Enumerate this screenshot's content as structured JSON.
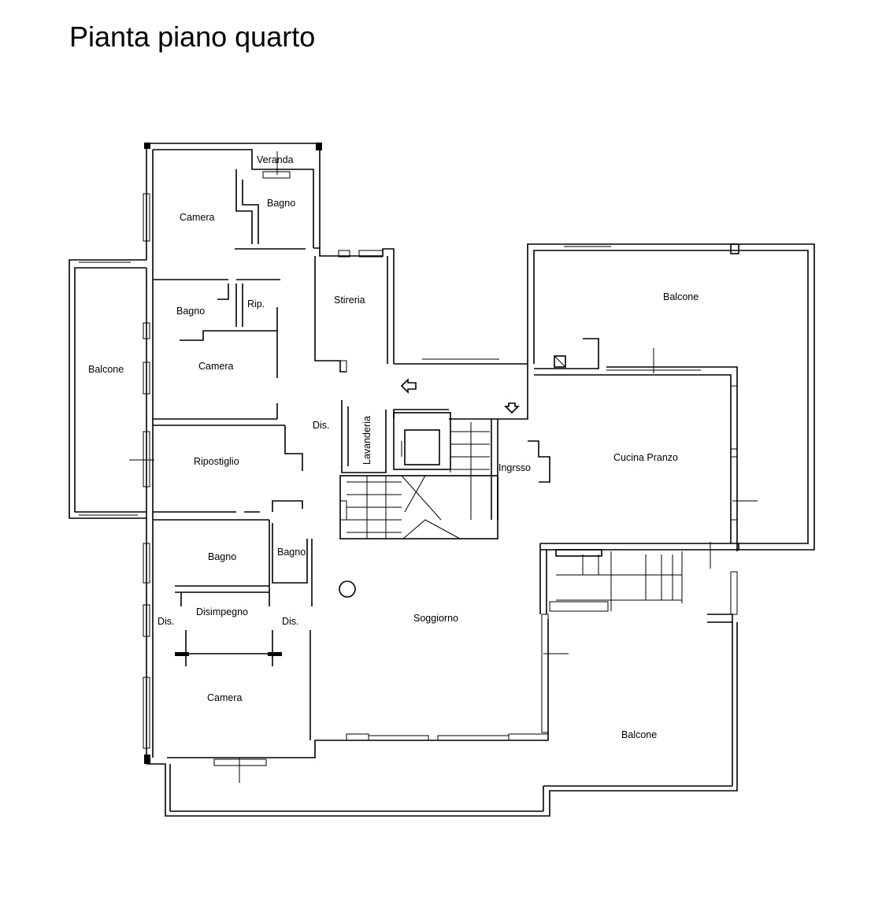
{
  "title": "Pianta piano quarto",
  "rooms": {
    "veranda": "Veranda",
    "bagno_top": "Bagno",
    "camera_top": "Camera",
    "bagno_2": "Bagno",
    "rip": "Rip.",
    "camera_2": "Camera",
    "balcone_left": "Balcone",
    "ripostiglio": "Ripostiglio",
    "dis_center": "Dis.",
    "stireria": "Stireria",
    "lavanderia": "Lavanderia",
    "ingresso": "Ingrsso",
    "balcone_right": "Balcone",
    "cucina_pranzo": "Cucina Pranzo",
    "bagno_3": "Bagno",
    "bagno_4": "Bagno",
    "disimpegno": "Disimpegno",
    "dis_left": "Dis.",
    "dis_right": "Dis.",
    "soggiorno": "Soggiorno",
    "camera_bottom": "Camera",
    "balcone_bottom": "Balcone"
  }
}
